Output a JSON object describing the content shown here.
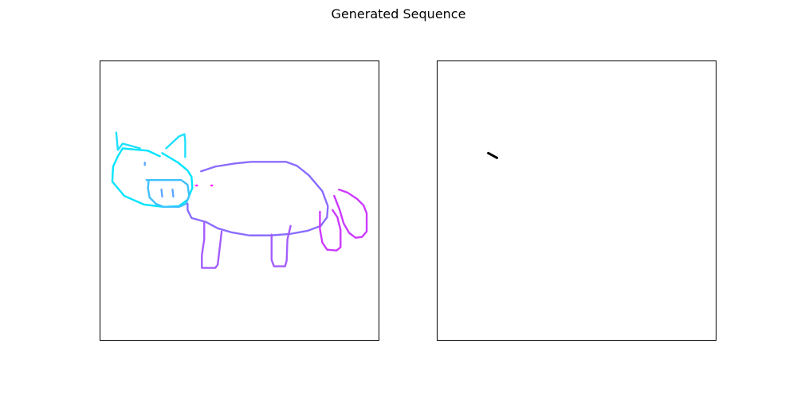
{
  "figure": {
    "title": "Generated Sequence"
  },
  "panels": [
    {
      "name": "sketch-panel-left",
      "content": "pig sketch",
      "stroke_colors": [
        "#00e5ff",
        "#3fc1ff",
        "#5aa8ff",
        "#8a6cff",
        "#a45cff",
        "#cc39ff",
        "#ff00ff"
      ]
    },
    {
      "name": "sketch-panel-right",
      "content": "single short stroke",
      "stroke_colors": [
        "#000000"
      ]
    }
  ]
}
